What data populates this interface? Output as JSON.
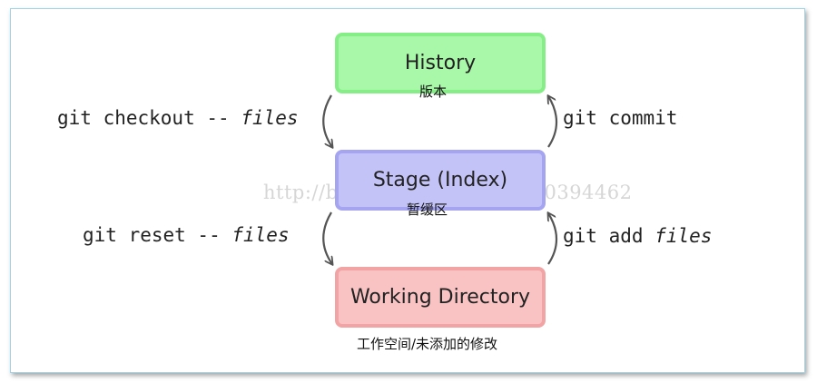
{
  "nodes": {
    "history": {
      "label": "History",
      "sublabel": "版本"
    },
    "stage": {
      "label": "Stage (Index)",
      "sublabel": "暂缓区"
    },
    "working": {
      "label": "Working Directory",
      "sublabel": "工作空间/未添加的修改"
    }
  },
  "commands": {
    "checkout": {
      "cmd": "git checkout --",
      "arg": "files"
    },
    "commit": {
      "cmd": "git commit"
    },
    "reset": {
      "cmd": "git reset --",
      "arg": "files"
    },
    "add": {
      "cmd": "git add",
      "arg": "files"
    }
  },
  "watermark": "http://blog.csdn.net/u013590394462",
  "colors": {
    "history_fill": "#a9f7a9",
    "stage_fill": "#c3c3f7",
    "working_fill": "#f9c3c3",
    "arrow": "#555555"
  }
}
